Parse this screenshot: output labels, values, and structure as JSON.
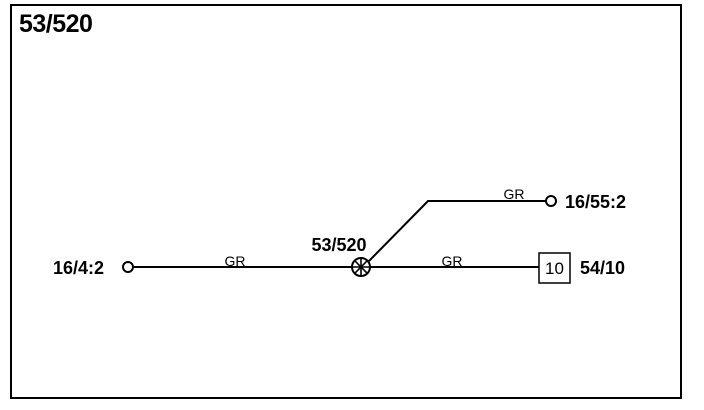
{
  "diagram": {
    "title": "53/520",
    "splice": {
      "label": "53/520"
    },
    "terminals": [
      {
        "id": "left",
        "label": "16/4:2"
      },
      {
        "id": "upper-right",
        "label": "16/55:2"
      },
      {
        "id": "connector",
        "label": "54/10",
        "pin": "10"
      }
    ],
    "wires": [
      {
        "id": "left-to-splice",
        "color_code": "GR"
      },
      {
        "id": "splice-to-upper",
        "color_code": "GR"
      },
      {
        "id": "splice-to-connector",
        "color_code": "GR"
      }
    ]
  }
}
